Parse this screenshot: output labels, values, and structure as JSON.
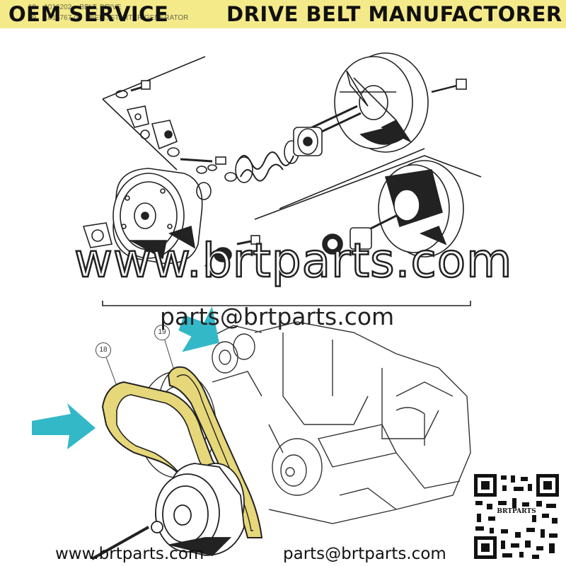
{
  "banner": {
    "left_text": "OEM SERVICE",
    "right_text": "DRIVE BELT MANUFACTORER",
    "fine_line_1": "18    1016202    BELT, DRIVE",
    "fine_line_2": "19    1016767-01    BELT, STARTER/GENERATOR"
  },
  "watermark": {
    "site": "www.brtparts.com",
    "email": "parts@brtparts.com"
  },
  "callouts": {
    "belt_drive": "18",
    "belt_starter": "19"
  },
  "footer": {
    "website": "www.brtparts.com",
    "email": "parts@brtparts.com"
  },
  "qr": {
    "label": "BRTPARTS"
  },
  "colors": {
    "banner_bg": "#f4ea8a",
    "belt_fill": "#e6d77a",
    "arrow": "#33b8c8"
  }
}
